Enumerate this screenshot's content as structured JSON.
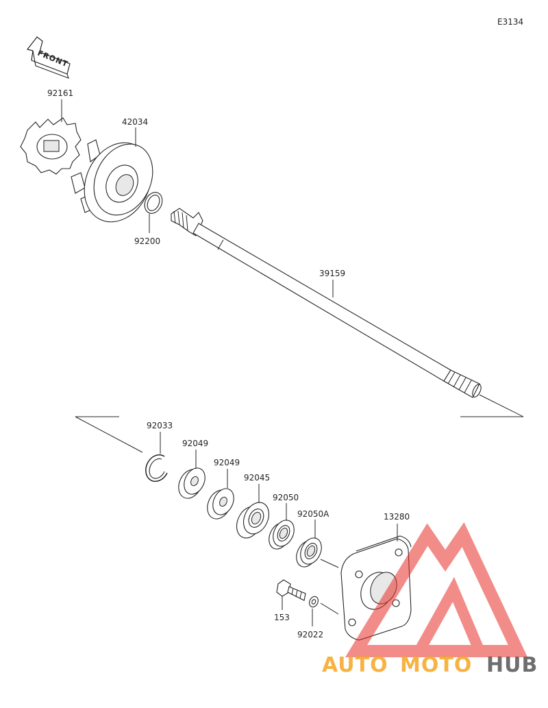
{
  "diagram": {
    "code": "E3134",
    "front_label": "FRONT",
    "parts": [
      {
        "id": "p92161",
        "number": "92161"
      },
      {
        "id": "p42034",
        "number": "42034"
      },
      {
        "id": "p92200",
        "number": "92200"
      },
      {
        "id": "p39159",
        "number": "39159"
      },
      {
        "id": "p92033",
        "number": "92033"
      },
      {
        "id": "p92049a",
        "number": "92049"
      },
      {
        "id": "p92049b",
        "number": "92049"
      },
      {
        "id": "p92045",
        "number": "92045"
      },
      {
        "id": "p92050",
        "number": "92050"
      },
      {
        "id": "p92050A",
        "number": "92050A"
      },
      {
        "id": "p13280",
        "number": "13280"
      },
      {
        "id": "p153",
        "number": "153"
      },
      {
        "id": "p92022",
        "number": "92022"
      }
    ]
  },
  "watermark": {
    "part1": "AUTO",
    "part2": "MOTO",
    "part3": "HUB",
    "colors": {
      "primary": "#f5a623",
      "accent": "#e8302a",
      "dark": "#555555"
    }
  }
}
